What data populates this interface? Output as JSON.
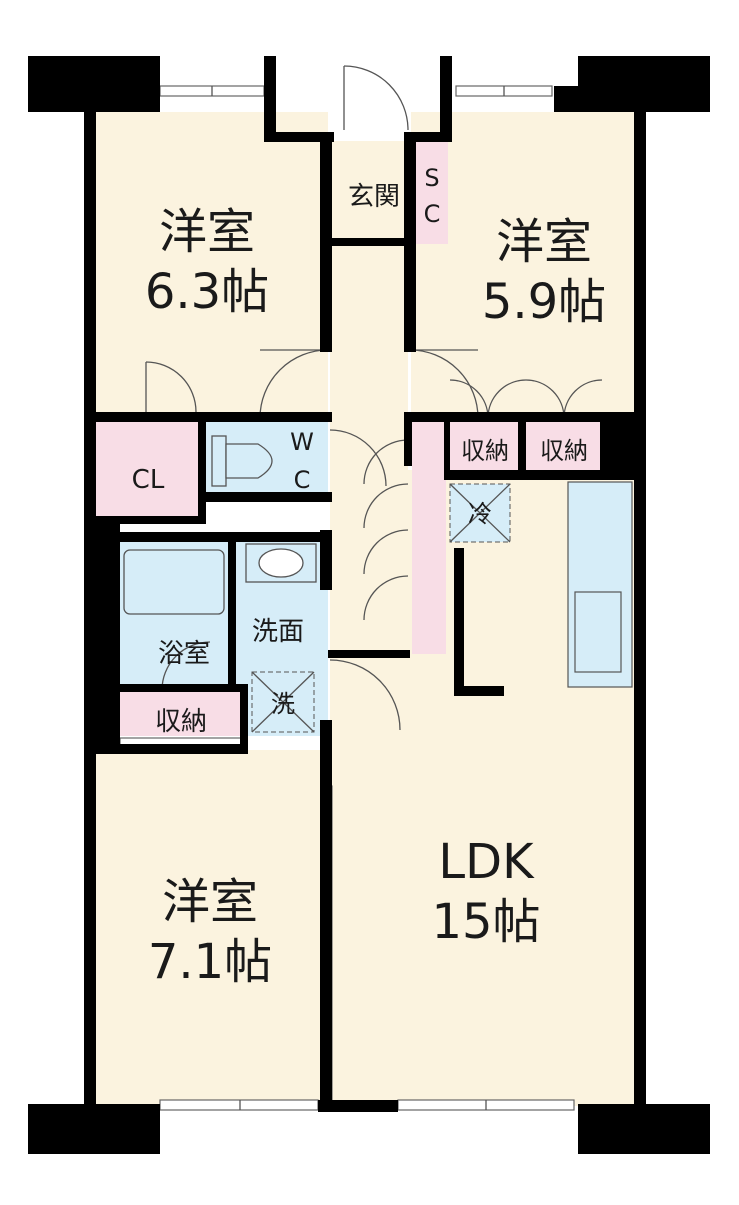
{
  "colors": {
    "wall": "#000000",
    "room_floor": "#fbf3df",
    "wet_area": "#d6edf8",
    "storage": "#f8dde6",
    "entry": "#fbf3df"
  },
  "rooms": {
    "bedroom1": {
      "name": "洋室",
      "size": "6.3帖"
    },
    "bedroom2": {
      "name": "洋室",
      "size": "5.9帖"
    },
    "bedroom3": {
      "name": "洋室",
      "size": "7.1帖"
    },
    "ldk": {
      "name": "LDK",
      "size": "15帖"
    },
    "entrance": {
      "name": "玄関"
    },
    "shoe_closet": {
      "line1": "S",
      "line2": "C"
    },
    "closet": {
      "name": "CL"
    },
    "toilet": {
      "line1": "W",
      "line2": "C"
    },
    "washroom": {
      "name": "洗面"
    },
    "bath": {
      "name": "浴室"
    },
    "storage_left": {
      "name": "収納"
    },
    "storage_right_a": {
      "name": "収納"
    },
    "storage_right_b": {
      "name": "収納"
    }
  },
  "fixtures": {
    "fridge": "冷",
    "washer": "洗"
  }
}
